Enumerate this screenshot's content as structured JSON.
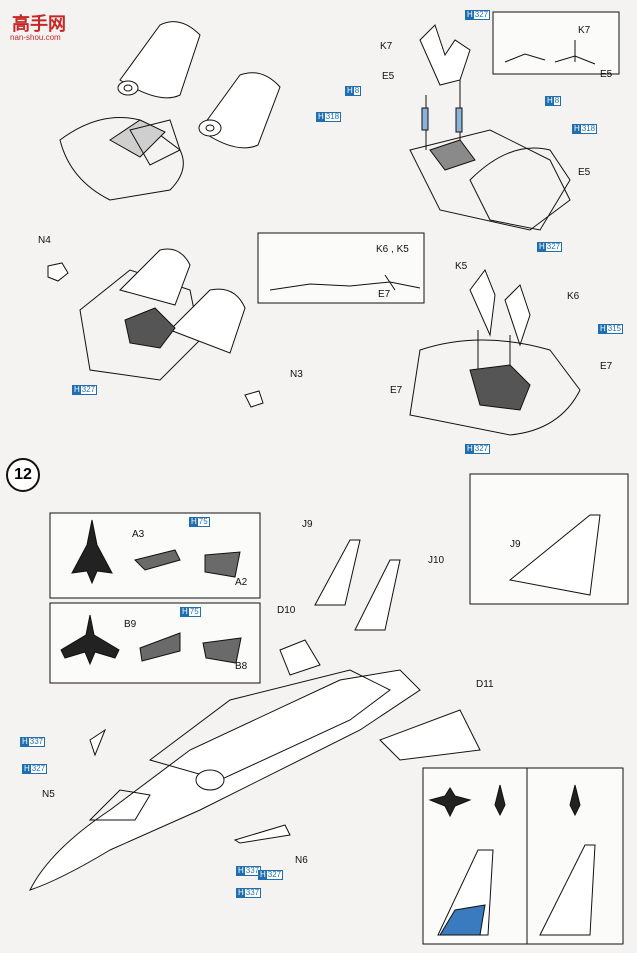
{
  "watermark": {
    "title": "高手网",
    "url": "nan-shou.com",
    "accent": "#c62828"
  },
  "step_number": "12",
  "part_labels": {
    "k7_top": "K7",
    "e5_top": "E5",
    "k7_inset": "K7",
    "e5_inset": "E5",
    "e5_right": "E5",
    "n4": "N4",
    "n3": "N3",
    "k6k5_inset": "K6 , K5",
    "e7_inset": "E7",
    "k5": "K5",
    "k6": "K6",
    "e7_right": "E7",
    "e7_left": "E7",
    "a3": "A3",
    "a2": "A2",
    "b9": "B9",
    "b8": "B8",
    "j9": "J9",
    "j10": "J10",
    "j9_inset": "J9",
    "d10": "D10",
    "d11": "D11",
    "n5": "N5",
    "n6": "N6"
  },
  "paint_codes": {
    "h327_top": "327",
    "h8_a": "8",
    "h8_b": "8",
    "h318_a": "318",
    "h318_b": "318",
    "h327_n4": "327",
    "h327_k": "327",
    "h315": "315",
    "h327_bottom": "327",
    "h75_a": "75",
    "h75_b": "75",
    "h337_a": "337",
    "h327_n5": "327",
    "h337_b": "337",
    "h327_n6": "327",
    "h337_c": "337"
  },
  "paint_prefix": "H",
  "colors": {
    "paint_blue": "#1f6fb0",
    "panel_grey": "#6a6a6a",
    "ink": "#111111"
  }
}
